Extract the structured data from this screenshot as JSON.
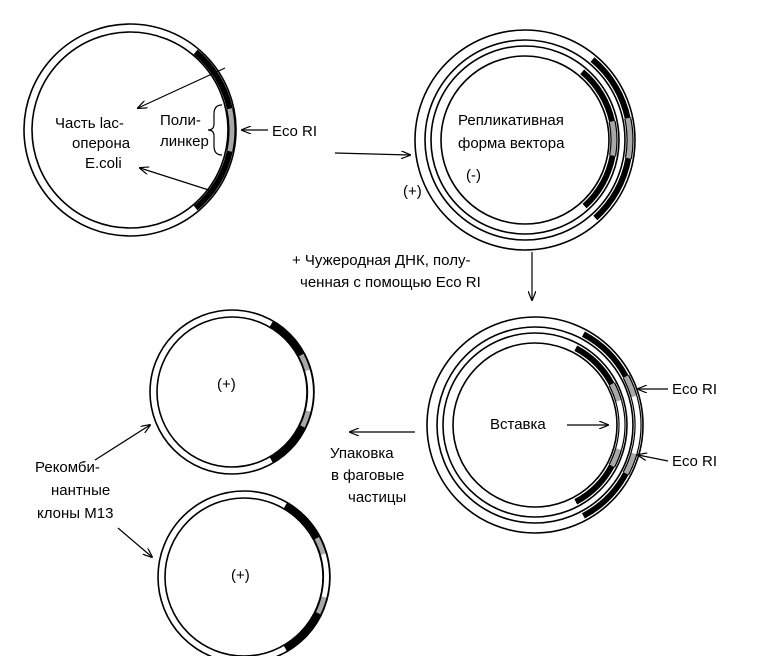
{
  "labels": {
    "lac_part": [
      "Часть lac-",
      "оперона",
      "E.coli"
    ],
    "polylinker": [
      "Поли-",
      "линкер"
    ],
    "ecori_1": "Eco RI",
    "replicative_form": [
      "Репликативная",
      "форма вектора"
    ],
    "plus_strand": "(+)",
    "minus_strand": "(-)",
    "foreign_dna": [
      "+ Чужеродная ДНК, полу-",
      "ченная с помощью Eco RI"
    ],
    "insert": "Вставка",
    "ecori_top": "Eco RI",
    "ecori_bottom": "Eco RI",
    "packaging": [
      "Упаковка",
      "в фаговые",
      "частицы"
    ],
    "recombinant": [
      "Рекомби-",
      "нантные",
      "клоны М13"
    ],
    "clone1_plus": "(+)",
    "clone2_plus": "(+)"
  },
  "colors": {
    "black_segment": "#000000",
    "gray_segment": "#a8a8a8",
    "background": "#ffffff"
  }
}
